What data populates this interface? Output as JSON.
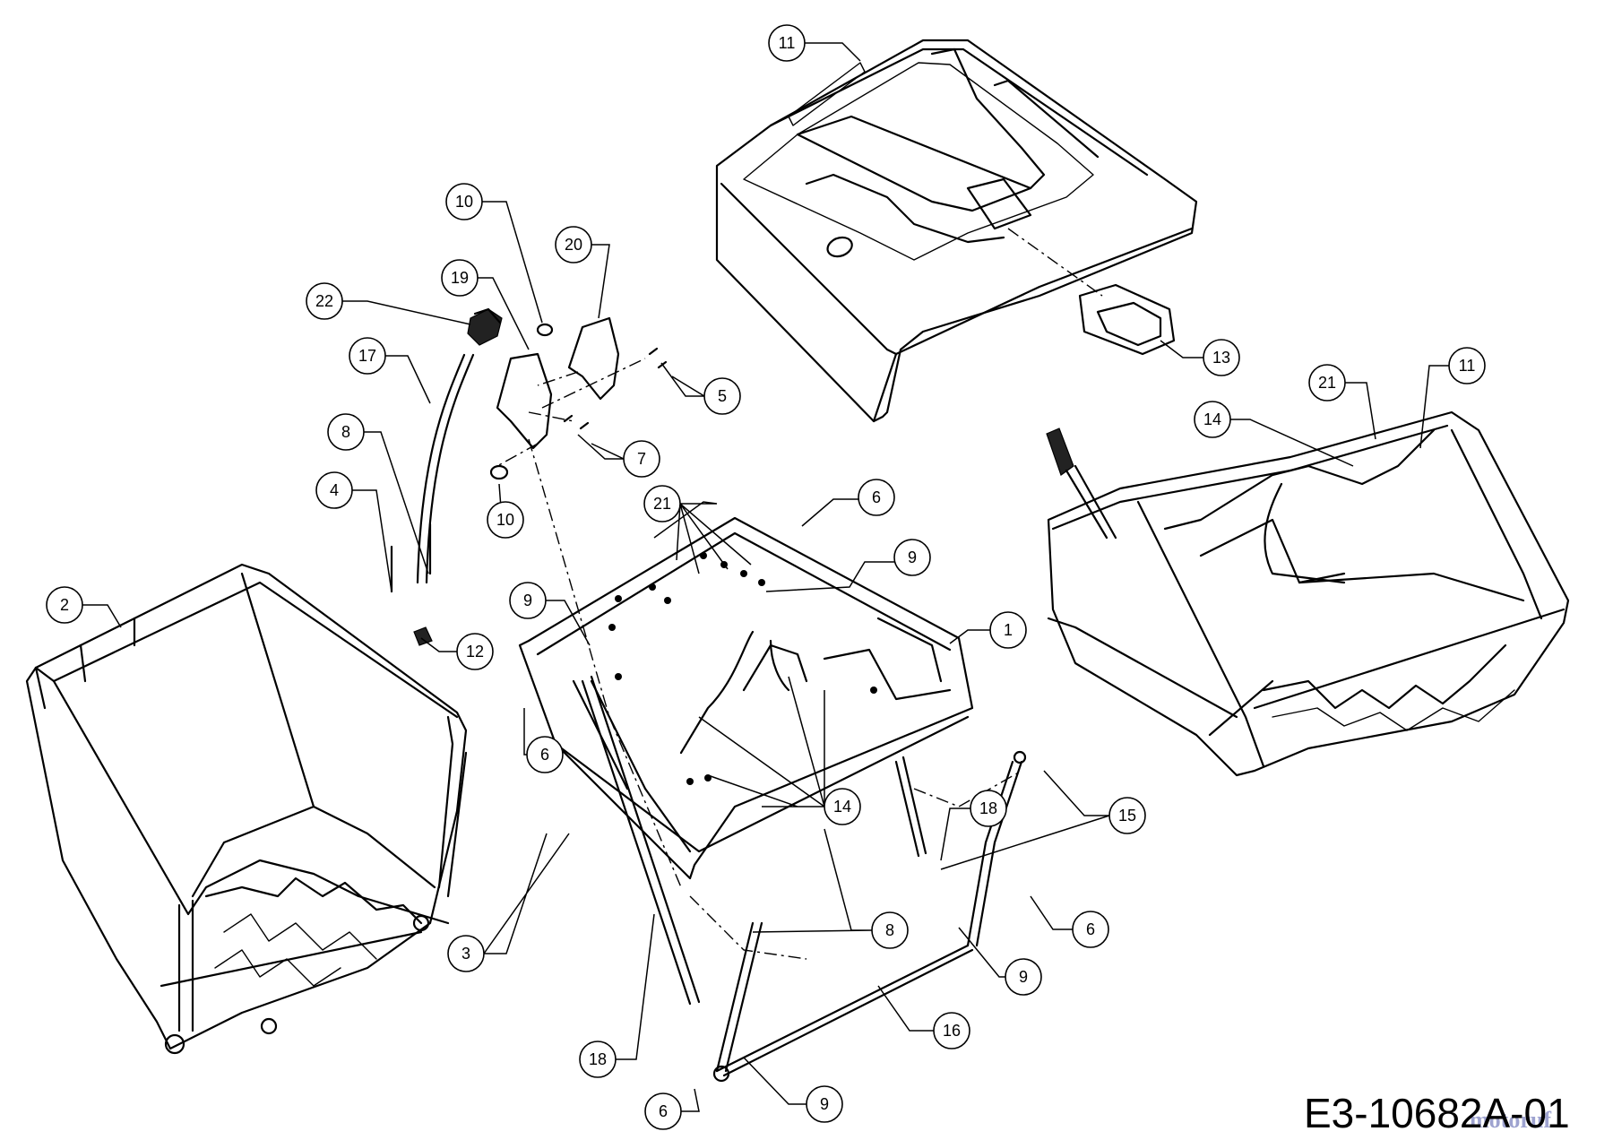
{
  "drawing_number": "E3-10682A-01",
  "watermark": "motoruf",
  "callouts": [
    {
      "label": "11"
    },
    {
      "label": "10"
    },
    {
      "label": "20"
    },
    {
      "label": "19"
    },
    {
      "label": "22"
    },
    {
      "label": "17"
    },
    {
      "label": "5"
    },
    {
      "label": "13"
    },
    {
      "label": "8"
    },
    {
      "label": "7"
    },
    {
      "label": "4"
    },
    {
      "label": "10"
    },
    {
      "label": "21"
    },
    {
      "label": "6"
    },
    {
      "label": "9"
    },
    {
      "label": "2"
    },
    {
      "label": "9"
    },
    {
      "label": "1"
    },
    {
      "label": "12"
    },
    {
      "label": "6"
    },
    {
      "label": "14"
    },
    {
      "label": "18"
    },
    {
      "label": "15"
    },
    {
      "label": "3"
    },
    {
      "label": "8"
    },
    {
      "label": "6"
    },
    {
      "label": "9"
    },
    {
      "label": "16"
    },
    {
      "label": "18"
    },
    {
      "label": "9"
    },
    {
      "label": "6"
    },
    {
      "label": "21"
    },
    {
      "label": "11"
    },
    {
      "label": "14"
    }
  ]
}
